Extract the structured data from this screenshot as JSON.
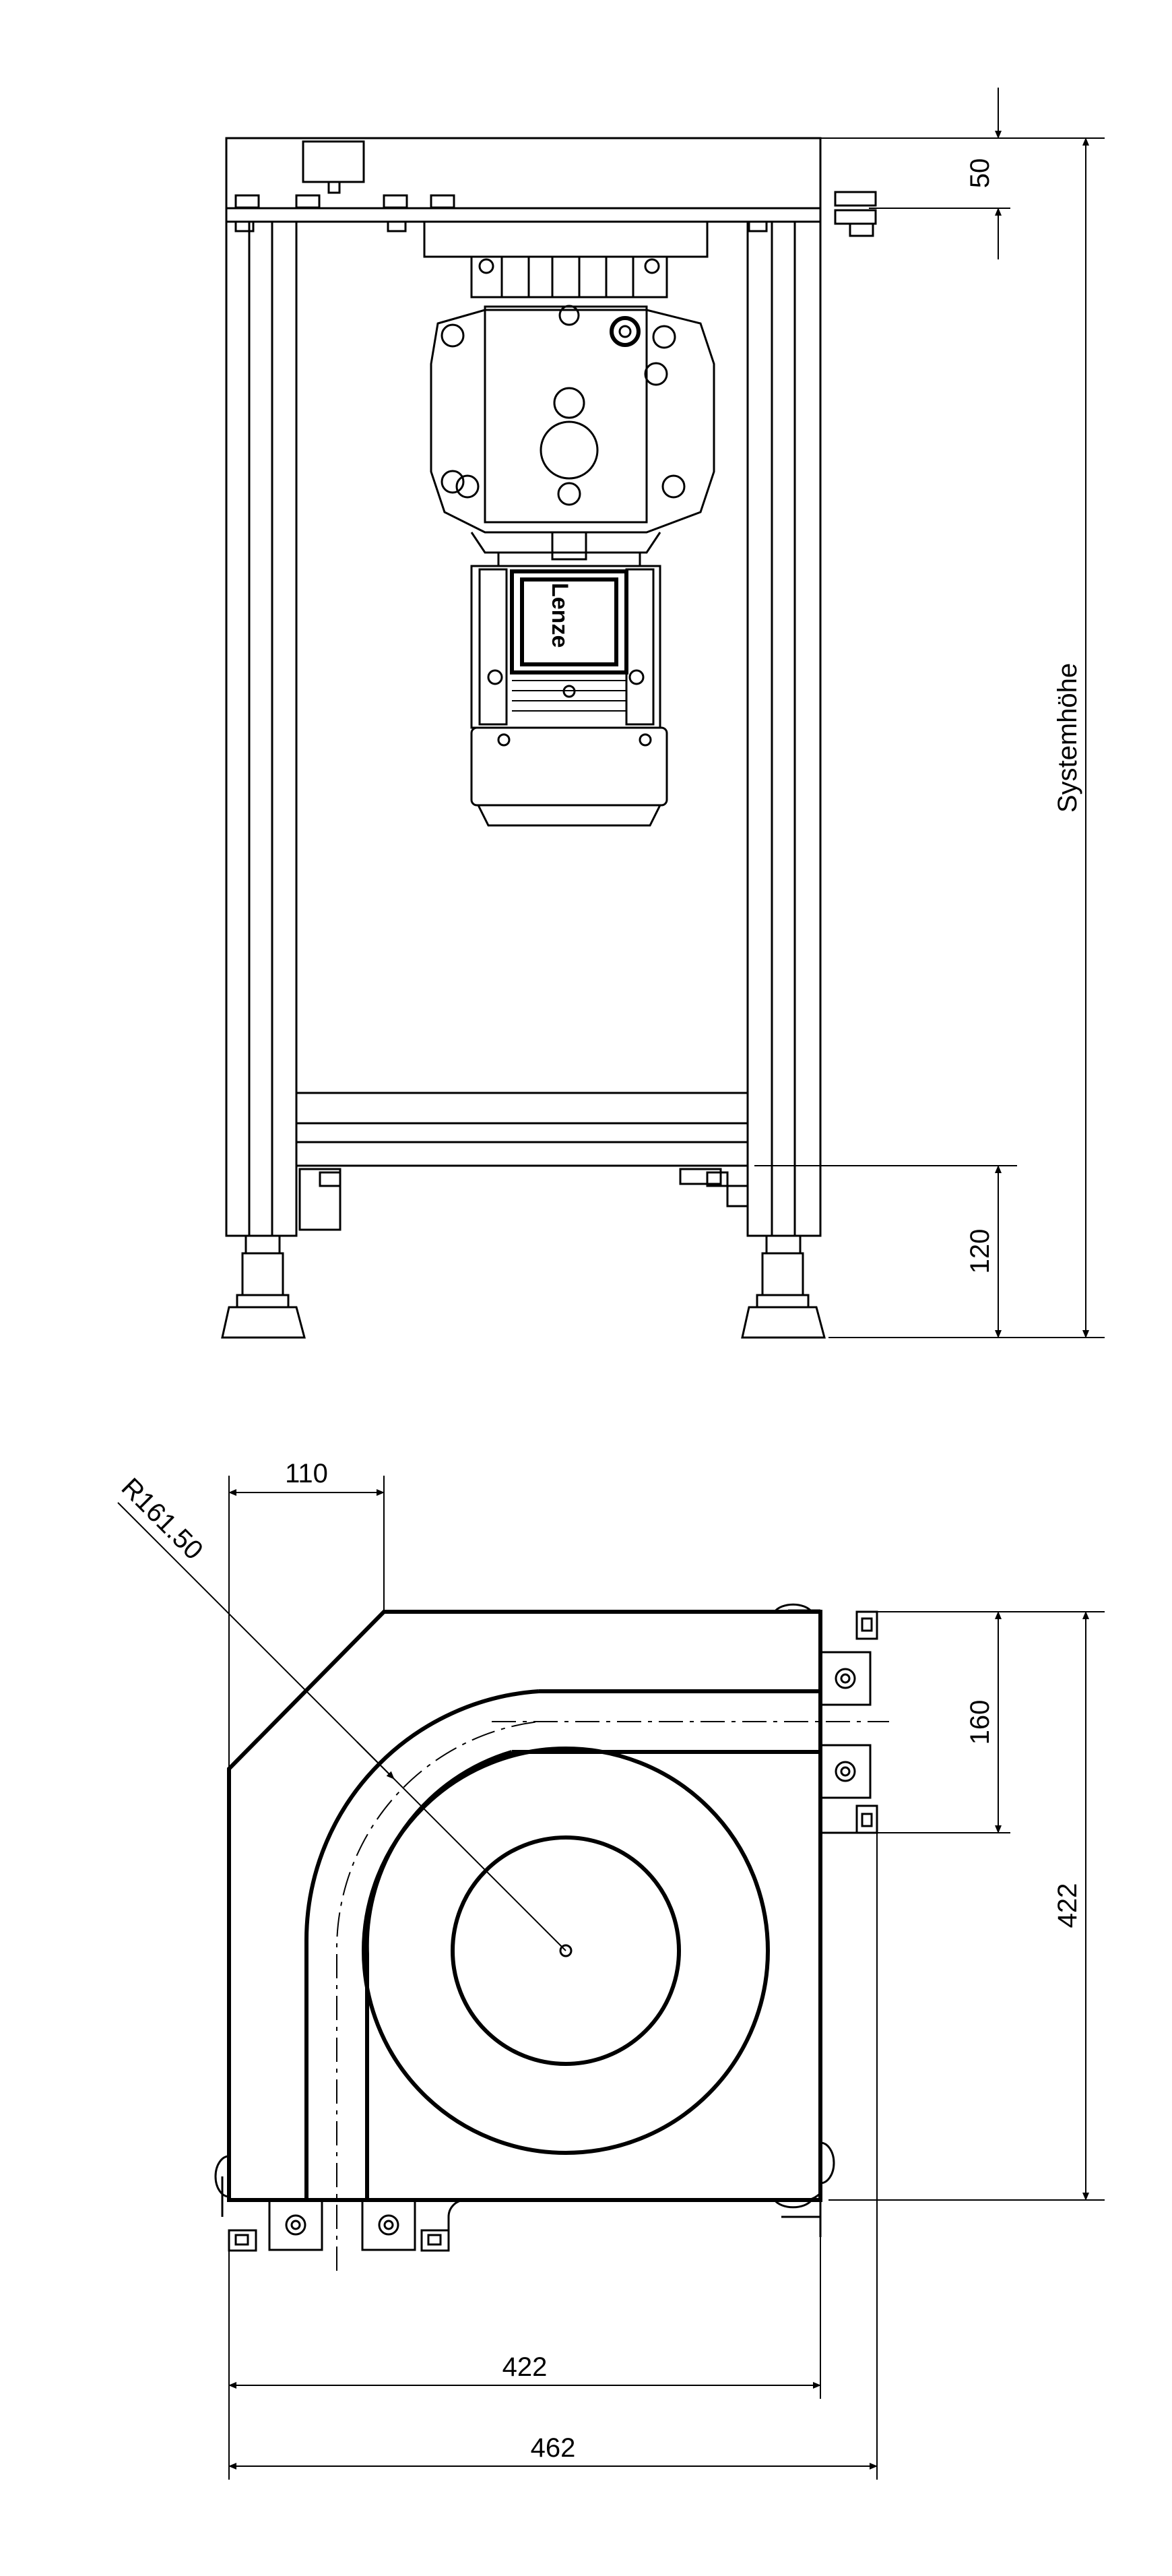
{
  "front_view": {
    "dim_top": "50",
    "dim_bottom": "120",
    "dim_height_label": "Systemhöhe",
    "motor_brand": "Lenze"
  },
  "top_view": {
    "dim_radius": "R161.50",
    "dim_corner": "110",
    "dim_track": "160",
    "dim_side": "422",
    "dim_width_inner": "422",
    "dim_width_outer": "462"
  }
}
